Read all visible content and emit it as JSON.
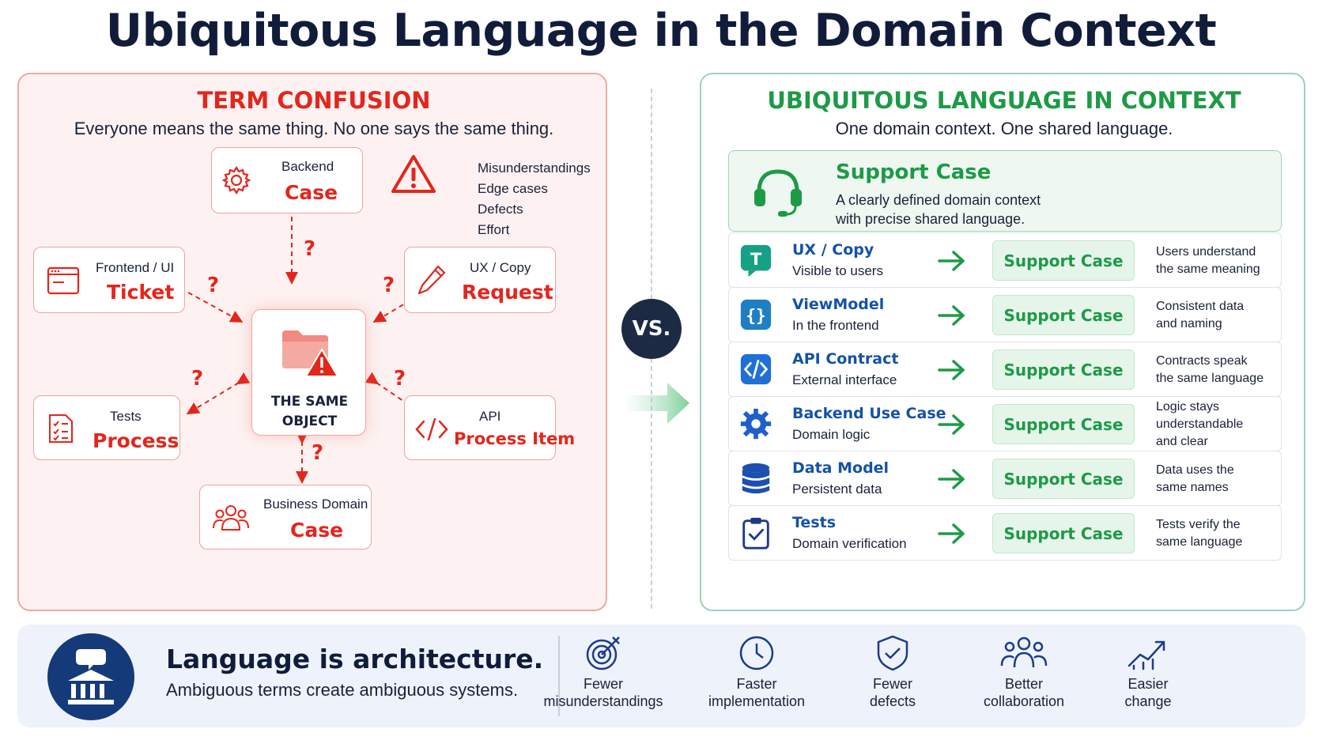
{
  "title": "Ubiquitous Language in the Domain Context",
  "left": {
    "heading": "TERM CONFUSION",
    "subtitle": "Everyone means the same thing. No one says the same thing.",
    "center_label": "THE SAME\nOBJECT",
    "question_mark": "?",
    "warnings": [
      "Misunderstandings",
      "Edge cases",
      "Defects",
      "Effort"
    ],
    "terms": [
      {
        "context": "Backend",
        "term": "Case",
        "icon": "gear-icon"
      },
      {
        "context": "Frontend / UI",
        "term": "Ticket",
        "icon": "browser-window-icon"
      },
      {
        "context": "UX / Copy",
        "term": "Request",
        "icon": "pencil-icon"
      },
      {
        "context": "Tests",
        "term": "Process",
        "icon": "checklist-icon"
      },
      {
        "context": "API",
        "term": "Process Item",
        "icon": "code-icon"
      },
      {
        "context": "Business Domain",
        "term": "Case",
        "icon": "people-icon"
      }
    ]
  },
  "vs_label": "VS.",
  "right": {
    "heading": "UBIQUITOUS LANGUAGE IN CONTEXT",
    "subtitle": "One domain context. One shared language.",
    "hero_title": "Support Case",
    "hero_desc": "A clearly defined domain context\nwith precise shared language.",
    "rows": [
      {
        "title": "UX / Copy",
        "sub": "Visible to users",
        "term": "Support Case",
        "desc": "Users understand\nthe same meaning",
        "icon": "text-bubble-icon",
        "color": "#16a085"
      },
      {
        "title": "ViewModel",
        "sub": "In the frontend",
        "term": "Support Case",
        "desc": "Consistent data\nand naming",
        "icon": "braces-icon",
        "color": "#1f7fc4"
      },
      {
        "title": "API Contract",
        "sub": "External interface",
        "term": "Support Case",
        "desc": "Contracts speak\nthe same language",
        "icon": "code-icon",
        "color": "#1f6fd6"
      },
      {
        "title": "Backend Use Case",
        "sub": "Domain logic",
        "term": "Support Case",
        "desc": "Logic stays\nunderstandable\nand clear",
        "icon": "gear-icon",
        "color": "#1f5fcc"
      },
      {
        "title": "Data Model",
        "sub": "Persistent data",
        "term": "Support Case",
        "desc": "Data uses the\nsame names",
        "icon": "database-icon",
        "color": "#1d4fb0"
      },
      {
        "title": "Tests",
        "sub": "Domain verification",
        "term": "Support Case",
        "desc": "Tests verify the\nsame language",
        "icon": "clipboard-check-icon",
        "color": "#1d3a8a"
      }
    ]
  },
  "bottom": {
    "title": "Language is architecture.",
    "subtitle": "Ambiguous terms create ambiguous systems.",
    "benefits": [
      {
        "label": "Fewer\nmisunderstandings",
        "icon": "target-icon"
      },
      {
        "label": "Faster\nimplementation",
        "icon": "clock-icon"
      },
      {
        "label": "Fewer\ndefects",
        "icon": "shield-check-icon"
      },
      {
        "label": "Better\ncollaboration",
        "icon": "team-icon"
      },
      {
        "label": "Easier\nchange",
        "icon": "trend-up-icon"
      }
    ]
  },
  "colors": {
    "red": "#e3261c",
    "green": "#1d9a46",
    "navy": "#111c3a",
    "blue": "#1452a8"
  }
}
